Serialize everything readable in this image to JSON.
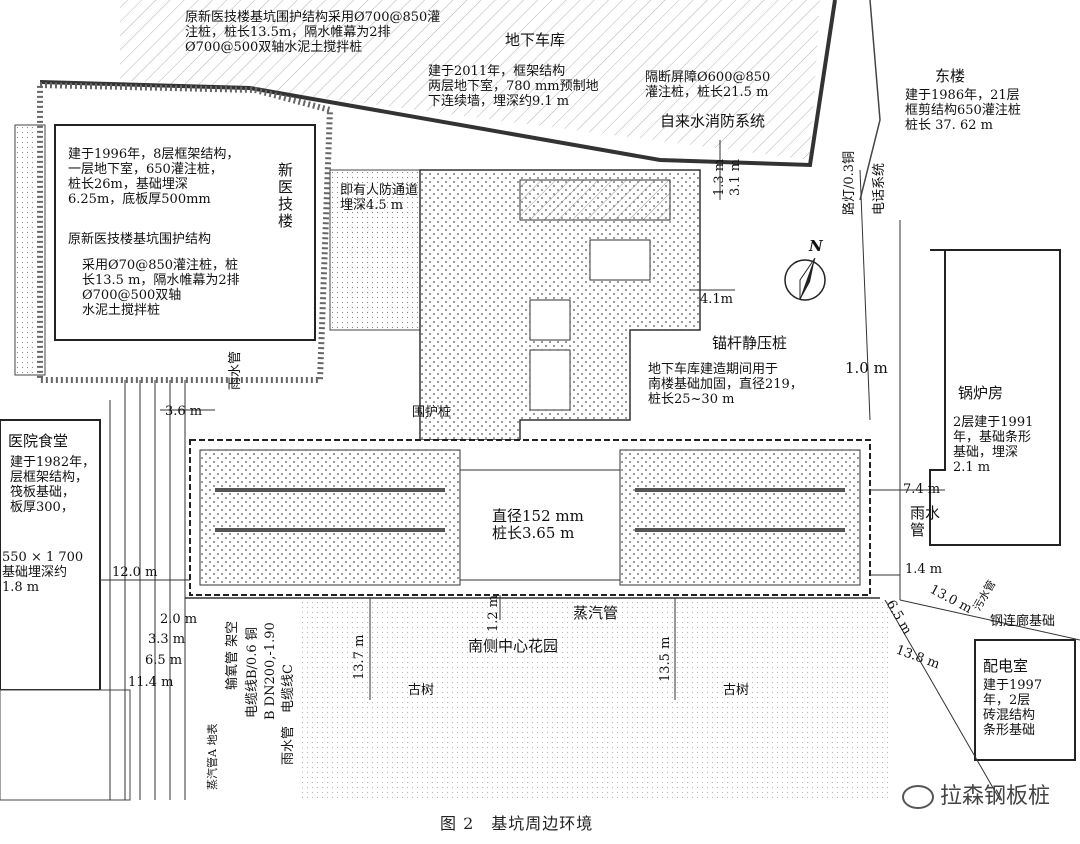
{
  "caption": "图 2　基坑周边环境",
  "watermark": "拉森钢板桩",
  "north_label": "N",
  "labels": {
    "top_note_1": "原新医技楼基坑围护结构采用Ø700@850灌\n注桩，桩长13.5m，隔水帷幕为2排\nØ700@500双轴水泥土搅拌桩",
    "garage": "地下车库",
    "garage_note": "建于2011年，框架结构\n两层地下室，780 mm预制地\n下连续墙，埋深约9.1 m",
    "barrier": "隔断屏障Ø600@850\n灌注桩，桩长21.5 m",
    "water_fire": "自来水消防系统",
    "east_bldg": "东楼",
    "east_note": "建于1986年，21层\n框剪结构650灌注桩\n桩长 37. 62 m",
    "xinyi_note": "建于1996年，8层框架结构，\n一层地下室，650灌注桩，\n桩长26m，基础埋深\n6.25m，底板厚500mm",
    "xinyi_name": "新\n医\n技\n楼",
    "old_pit": "原新医技楼基坑围护结构",
    "old_pit_2": "采用Ø70@850灌注桩，桩\n长13.5 m，隔水帷幕为2排\nØ700@500双轴\n水泥土搅拌桩",
    "civil_defense": "即有人防通道\n埋深4.5 m",
    "dim_13": "1.3 m",
    "dim_31": "3.1 m",
    "street_light": "路灯/0.3铜",
    "phone": "电话系统",
    "dim_41": "4.1m",
    "anchor_pile": "锚杆静压桩",
    "dim_10": "1.0 m",
    "south_reinf": "地下车库建造期间用于\n南楼基础加固，直径219，\n桩长25~30 m",
    "rain_pipe_v": "雨水管",
    "dim_36": "3.6 m",
    "retaining_pile": "围护桩",
    "boiler": "锅炉房",
    "boiler_note": "2层建于1991\n年，基础条形\n基础，埋深\n2.1 m",
    "canteen": "医院食堂",
    "canteen_note": "建于1982年，\n层框架结构，\n筏板基础，\n板厚300，",
    "canteen_beam": "550 × 1 700\n基础埋深约\n1.8 m",
    "center_pile": "直径152 mm\n桩长3.65 m",
    "dim_74": "7.4 m",
    "rain_pipe_h": "雨水\n管",
    "dim_14": "1.4 m",
    "dim_120": "12.0 m",
    "dim_20": "2.0 m",
    "dim_33": "3.3 m",
    "dim_65": "6.5 m",
    "dim_114": "11.4 m",
    "dim_12": "1.2 m",
    "steam_pipe": "蒸汽管",
    "dim_137": "13.7 m",
    "garden": "南侧中心花园",
    "dim_135": "13.5 m",
    "old_tree_1": "古树",
    "old_tree_2": "古树",
    "dim_130": "13.0 m",
    "sewer": "污水管",
    "dim_65b": "6.5 m",
    "steel_corridor": "钢连廊基础",
    "dim_138": "13.8 m",
    "substation": "配电室",
    "substation_note": "建于1997\n年，2层\n砖混结构\n条形基础",
    "pipes_1": "蒸汽管A 地表",
    "pipes_2": "输氧管 架空",
    "pipes_3": "电缆线B/0.6 铜",
    "pipes_4": "B DN200,-1.90",
    "pipes_5": "雨水管　电缆线C"
  }
}
